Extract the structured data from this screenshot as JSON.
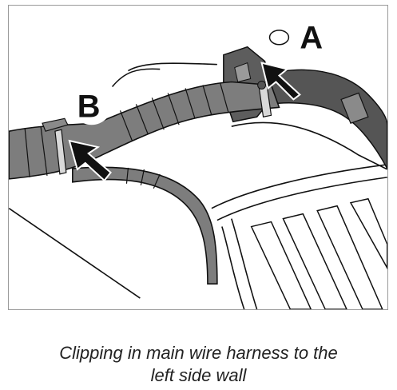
{
  "figure": {
    "callouts": {
      "a": "A",
      "b": "B"
    },
    "caption_line1": "Clipping in main wire harness to the",
    "caption_line2": "left side wall"
  },
  "colors": {
    "outline": "#111111",
    "harness_tape": "#7d7d7d",
    "harness_dark": "#555555",
    "frame": "#9a9a9a",
    "label_disc": "#ffffff"
  }
}
